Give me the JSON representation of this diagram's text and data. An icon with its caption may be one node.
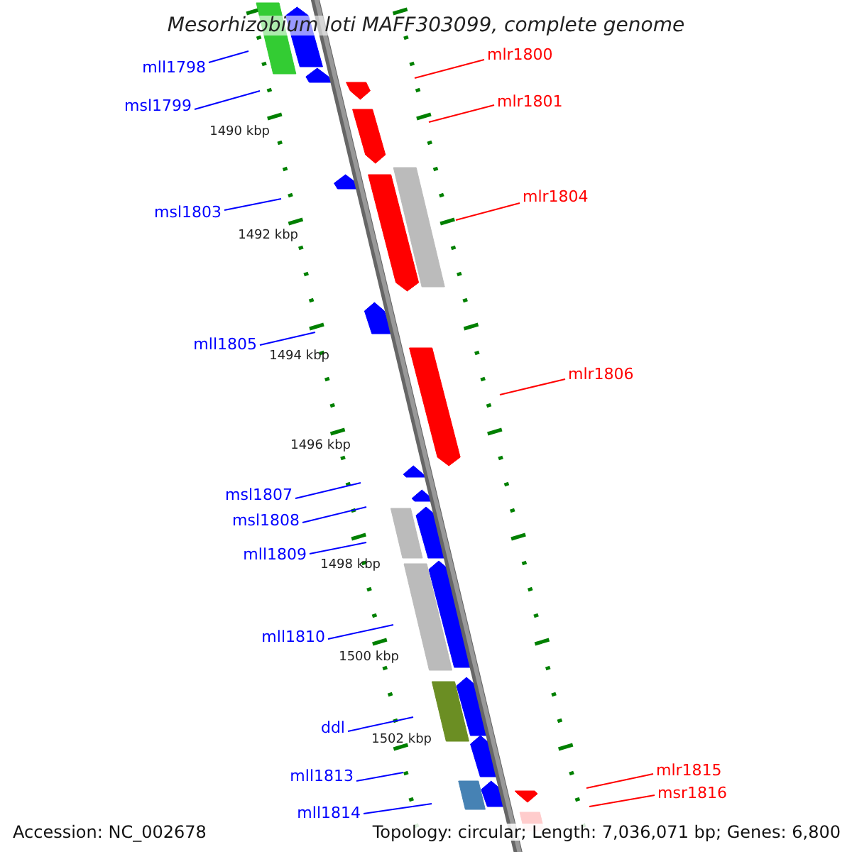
{
  "diagram": {
    "title": "Mesorhizobium loti MAFF303099, complete genome",
    "nodes": [
      {
        "text": [
          "mlr1800"
        ]
      },
      {
        "text": [
          "mll1798"
        ]
      },
      {
        "text": [
          "mlr1801"
        ]
      },
      {
        "text": [
          "msl1799"
        ]
      },
      {
        "text": [
          "mlr1804"
        ]
      },
      {
        "text": [
          "msl1803"
        ]
      },
      {
        "text": [
          "mll1805"
        ]
      },
      {
        "text": [
          "mlr1806"
        ]
      },
      {
        "text": [
          "msl1807"
        ]
      },
      {
        "text": [
          "msl1808"
        ]
      },
      {
        "text": [
          "mll1809"
        ]
      },
      {
        "text": [
          "mll1810"
        ]
      },
      {
        "text": [
          "ddl"
        ]
      },
      {
        "text": [
          "mlr1815"
        ]
      },
      {
        "text": [
          "mll1813"
        ]
      },
      {
        "text": [
          "msr1816"
        ]
      },
      {
        "text": [
          "mll1814"
        ]
      }
    ],
    "edges": [
      {
        "from": 0,
        "to": null,
        "arrow": "none",
        "color": "#ff0000"
      },
      {
        "from": 1,
        "to": null,
        "arrow": "none"
      },
      {
        "from": 2,
        "to": null,
        "arrow": "none",
        "color": "#ff0000"
      },
      {
        "from": 3,
        "to": null,
        "arrow": "none"
      },
      {
        "from": 4,
        "to": null,
        "arrow": "none",
        "color": "#ff0000"
      },
      {
        "from": 5,
        "to": null,
        "arrow": "none"
      },
      {
        "from": 6,
        "to": null,
        "arrow": "none"
      },
      {
        "from": 7,
        "to": null,
        "arrow": "none",
        "color": "#ff0000"
      },
      {
        "from": 8,
        "to": null,
        "arrow": "none"
      },
      {
        "from": 9,
        "to": null,
        "arrow": "none"
      },
      {
        "from": 10,
        "to": null,
        "arrow": "none"
      },
      {
        "from": 11,
        "to": null,
        "arrow": "none"
      },
      {
        "from": 12,
        "to": null,
        "arrow": "none"
      },
      {
        "from": 13,
        "to": null,
        "arrow": "none",
        "color": "#ff0000"
      },
      {
        "from": 14,
        "to": null,
        "arrow": "none"
      },
      {
        "from": 15,
        "to": null,
        "arrow": "none",
        "color": "#ff0000"
      },
      {
        "from": 16,
        "to": null,
        "arrow": "none"
      }
    ],
    "labels": [
      "1490 kbp",
      "1492 kbp",
      "1494 kbp",
      "1496 kbp",
      "1498 kbp",
      "1500 kbp",
      "1502 kbp",
      "Accession: NC_002678",
      "Topology: circular; Length: 7,036,071 bp; Genes: 6,800"
    ]
  }
}
